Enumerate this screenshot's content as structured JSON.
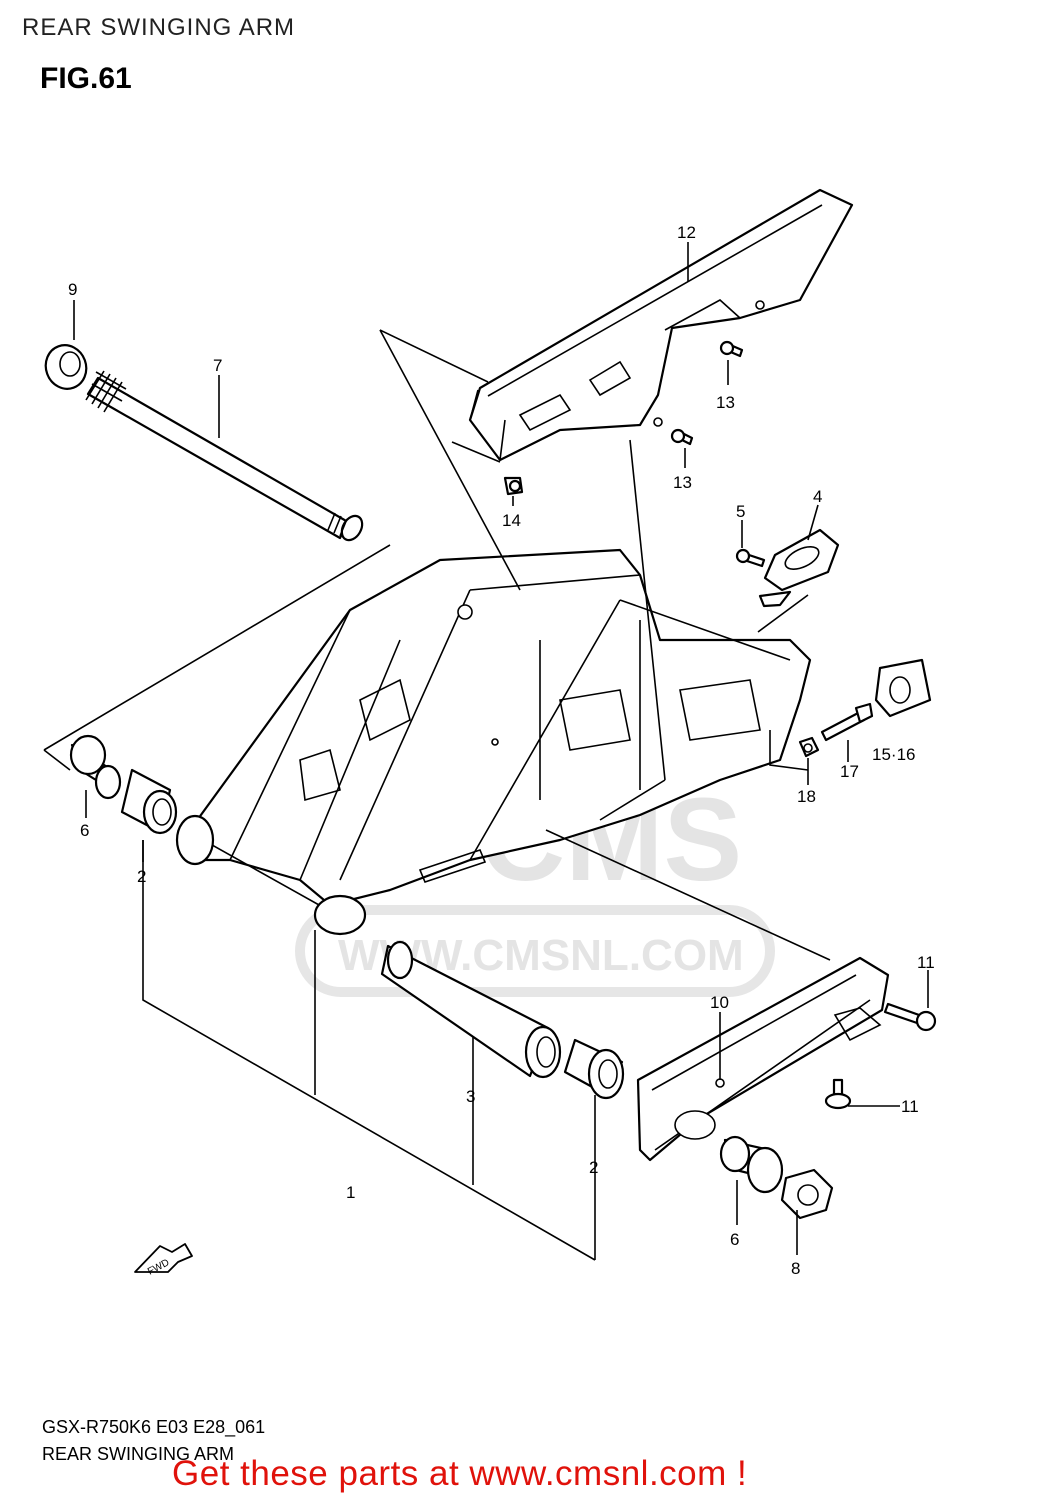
{
  "header": {
    "title": "REAR SWINGING ARM",
    "figure": "FIG.61"
  },
  "watermark": {
    "logo_text": "CMS",
    "url_text": "WWW.CMSNL.COM"
  },
  "callouts": [
    {
      "id": "c1",
      "label": "1"
    },
    {
      "id": "c2a",
      "label": "2"
    },
    {
      "id": "c2b",
      "label": "2"
    },
    {
      "id": "c3",
      "label": "3"
    },
    {
      "id": "c4",
      "label": "4"
    },
    {
      "id": "c5",
      "label": "5"
    },
    {
      "id": "c6a",
      "label": "6"
    },
    {
      "id": "c6b",
      "label": "6"
    },
    {
      "id": "c7",
      "label": "7"
    },
    {
      "id": "c8",
      "label": "8"
    },
    {
      "id": "c9",
      "label": "9"
    },
    {
      "id": "c10",
      "label": "10"
    },
    {
      "id": "c11a",
      "label": "11"
    },
    {
      "id": "c11b",
      "label": "11"
    },
    {
      "id": "c12",
      "label": "12"
    },
    {
      "id": "c13a",
      "label": "13"
    },
    {
      "id": "c13b",
      "label": "13"
    },
    {
      "id": "c14",
      "label": "14"
    },
    {
      "id": "c1516",
      "label": "15·16"
    },
    {
      "id": "c17",
      "label": "17"
    },
    {
      "id": "c18",
      "label": "18"
    }
  ],
  "fwd_arrow_label": "FWD",
  "footer": {
    "model_code": "GSX-R750K6 E03 E28_061",
    "title": "REAR SWINGING ARM",
    "call_to_action": "Get these parts at www.cmsnl.com !",
    "cta_color": "#e0120b"
  }
}
